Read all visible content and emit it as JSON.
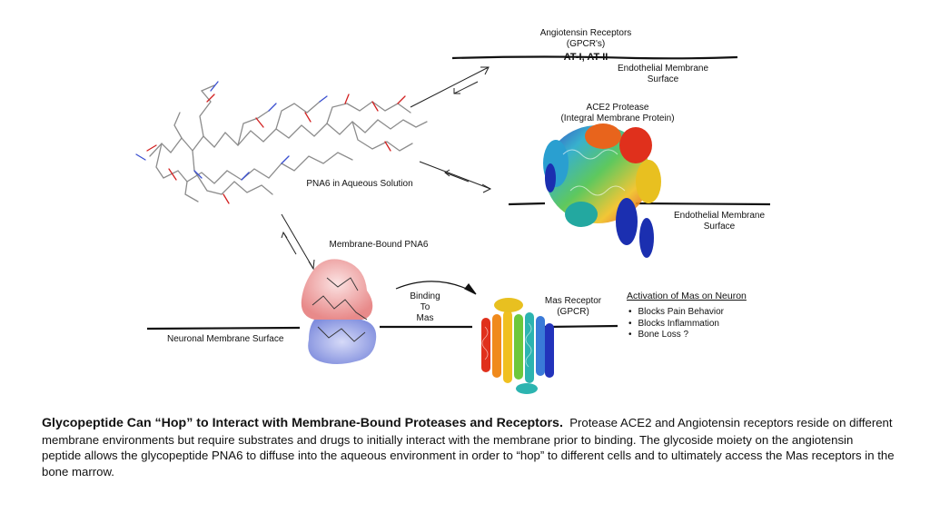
{
  "labels": {
    "angiotensin_receptors": "Angiotensin Receptors",
    "gpcrs": "(GPCR's)",
    "at_receptors": "AT-I, AT-II",
    "endothelial_membrane_1": "Endothelial Membrane",
    "surface_1": "Surface",
    "ace2_protease": "ACE2 Protease",
    "integral_membrane_protein": "(Integral Membrane Protein)",
    "pna6_aqueous": "PNA6 in Aqueous Solution",
    "endothelial_membrane_2": "Endothelial Membrane",
    "surface_2": "Surface",
    "membrane_bound_pna6": "Membrane-Bound PNA6",
    "binding": "Binding",
    "to": "To",
    "mas": "Mas",
    "mas_receptor": "Mas Receptor",
    "gpcr": "(GPCR)",
    "neuronal_membrane_surface": "Neuronal Membrane Surface"
  },
  "activation": {
    "title": "Activation of Mas on Neuron",
    "items": [
      "Blocks Pain Behavior",
      "Blocks Inflammation",
      "Bone Loss ?"
    ]
  },
  "caption": {
    "title": "Glycopeptide Can “Hop” to Interact with Membrane-Bound Proteases and Receptors.",
    "body": "Protease ACE2 and Angiotensin receptors reside on different membrane environments but require substrates and drugs to initially interact with the membrane prior to binding.  The glycoside moiety on the angiotensin peptide allows the glycopeptide PNA6 to diffuse into the aqueous environment in order to “hop” to different cells and to ultimately access the Mas receptors in the bone marrow."
  },
  "colors": {
    "membrane": "#111111",
    "surface_red": "#e88a8a",
    "surface_blue": "#8a96e0",
    "stick_grey": "#8c8c8c",
    "oxygen_red": "#d22020",
    "nitrogen_blue": "#3a4fd0"
  }
}
